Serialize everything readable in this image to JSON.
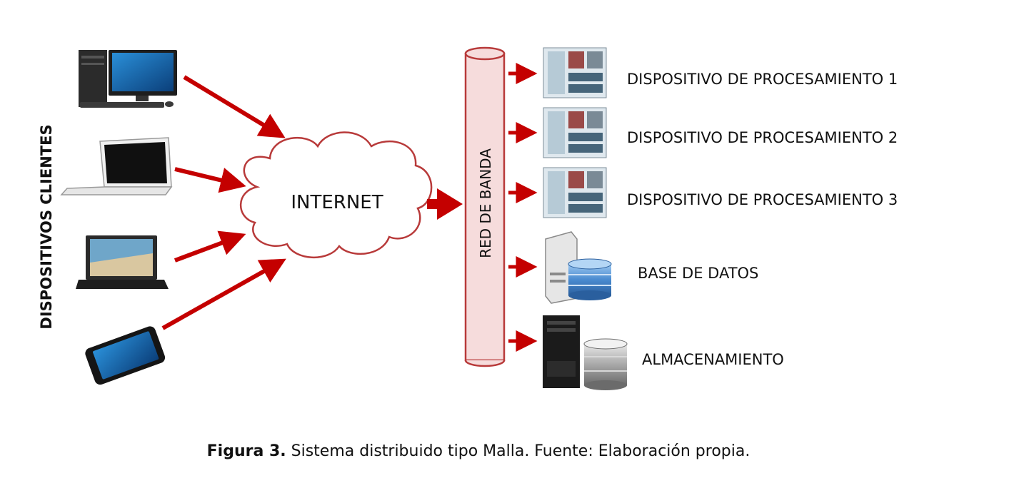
{
  "diagram": {
    "clients_label": "DISPOSITIVOS CLIENTES",
    "cloud_label": "INTERNET",
    "bus_label": "RED DE BANDA",
    "devices": [
      {
        "label": "DISPOSITIVO DE PROCESAMIENTO 1",
        "icon": "server-rack-icon"
      },
      {
        "label": "DISPOSITIVO DE PROCESAMIENTO 2",
        "icon": "server-rack-icon"
      },
      {
        "label": "DISPOSITIVO DE PROCESAMIENTO 3",
        "icon": "server-rack-icon"
      },
      {
        "label": "BASE DE DATOS",
        "icon": "database-server-icon"
      },
      {
        "label": "ALMACENAMIENTO",
        "icon": "storage-tower-icon"
      }
    ],
    "clients": [
      {
        "icon": "desktop-computer-icon"
      },
      {
        "icon": "laptop-icon"
      },
      {
        "icon": "laptop-icon"
      },
      {
        "icon": "smartphone-icon"
      }
    ],
    "colors": {
      "arrow": "#c40000",
      "bus_fill": "#f6dcdc",
      "bus_stroke": "#b83a3a",
      "cloud_stroke": "#b83a3a"
    }
  },
  "caption": {
    "label": "Figura 3.",
    "text": " Sistema distribuido tipo Malla. Fuente: Elaboración propia."
  }
}
